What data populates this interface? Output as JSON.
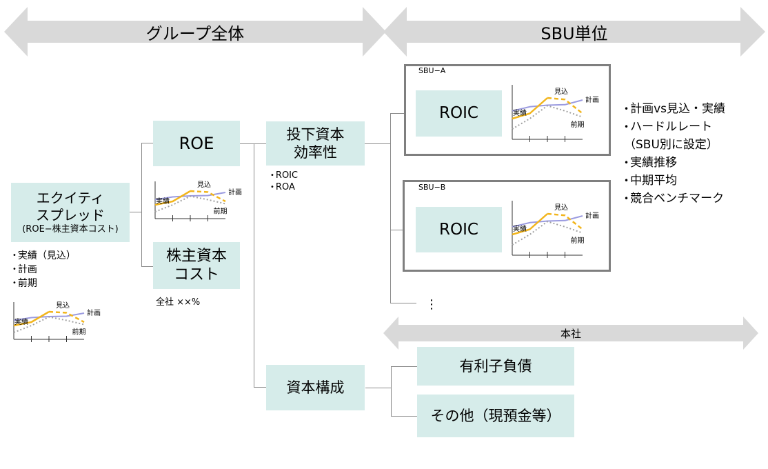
{
  "headers": {
    "group_whole": "グループ全体",
    "sbu_unit": "SBU単位",
    "headquarters": "本社"
  },
  "nodes": {
    "equity_spread": {
      "line1": "エクイティ",
      "line2": "スプレッド",
      "sub": "(ROE−株主資本コスト)",
      "bullets": [
        "実績（見込）",
        "計画",
        "前期"
      ]
    },
    "roe": {
      "label": "ROE"
    },
    "cost_of_equity": {
      "line1": "株主資本",
      "line2": "コスト",
      "note": "全社 ××%"
    },
    "capital_efficiency": {
      "line1": "投下資本",
      "line2": "効率性",
      "bullets": [
        "ROIC",
        "ROA"
      ]
    },
    "capital_structure": {
      "label": "資本構成"
    },
    "interest_bearing_debt": {
      "label": "有利子負債"
    },
    "other_cash": {
      "label": "その他（現預金等）"
    },
    "sbu_a": {
      "name": "SBU−A",
      "label": "ROIC"
    },
    "sbu_b": {
      "name": "SBU−B",
      "label": "ROIC"
    },
    "more": "⋮"
  },
  "sbu_points": [
    "計画vs見込・実績",
    "ハードルレート",
    "（SBU別に設定）",
    "実績推移",
    "中期平均",
    "競合ベンチマーク"
  ],
  "mini_chart": {
    "labels": {
      "forecast": "見込",
      "plan": "計画",
      "actual": "実績",
      "prior": "前期"
    },
    "colors": {
      "plan": "#9b9be0",
      "actual": "#f2b51c",
      "prior": "#a0a0a0",
      "axis": "#333333"
    }
  },
  "chart_data": {
    "type": "line",
    "title": "",
    "xlabel": "",
    "ylabel": "",
    "x": [
      0,
      1,
      2,
      3,
      4
    ],
    "ylim": [
      0,
      10
    ],
    "grid": false,
    "legend": "inline-labels",
    "series": [
      {
        "name": "計画",
        "style": "solid",
        "values": [
          5.5,
          6.3,
          6.6,
          6.7,
          7.6
        ]
      },
      {
        "name": "実績",
        "style": "solid",
        "values": [
          4.0,
          5.0,
          8.0,
          null,
          null
        ]
      },
      {
        "name": "見込",
        "style": "dashed",
        "values": [
          null,
          null,
          8.0,
          7.7,
          5.0
        ]
      },
      {
        "name": "前期",
        "style": "dotted",
        "values": [
          2.0,
          4.0,
          6.5,
          5.5,
          4.3
        ]
      }
    ]
  }
}
